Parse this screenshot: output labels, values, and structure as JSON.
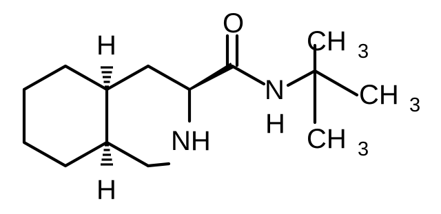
{
  "molecule": {
    "atoms": {
      "hydrogen_top": "H",
      "hydrogen_bottom": "H",
      "oxygen": "O",
      "amide_n": "N",
      "amide_h": "H",
      "ring_nh": "NH",
      "methyl_symbol": "CH",
      "methyl_subscript": "3"
    }
  }
}
